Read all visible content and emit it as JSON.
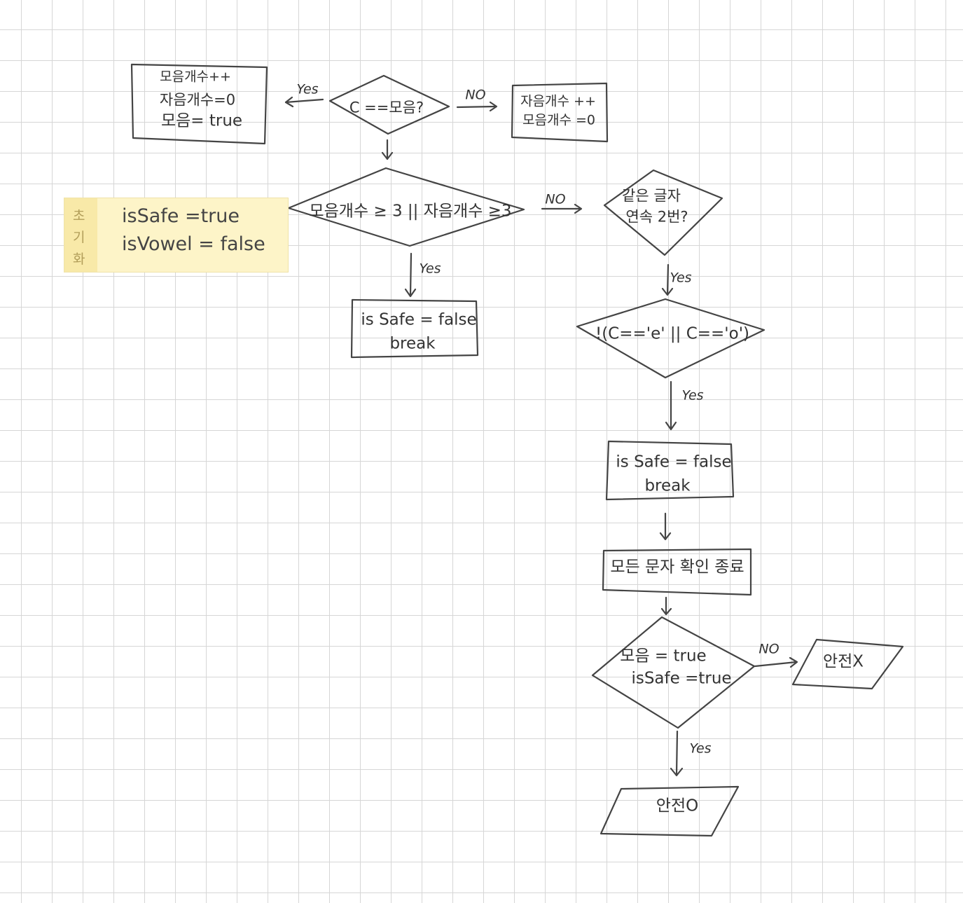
{
  "diagram": {
    "colors": {
      "stroke": "#444444",
      "note_bg": "#fdf4c8",
      "note_side": "#f8e9a8",
      "grid": "#d6d6d6"
    },
    "init_note": {
      "side_chars": [
        "초",
        "기",
        "화"
      ],
      "line1": "isSafe =true",
      "line2": "isVowel = false"
    },
    "nodes": {
      "check_vowel": "C ==모음?",
      "vowel_box": {
        "line1": "모음개수++",
        "line2": "자음개수=0",
        "line3": "모음= true"
      },
      "consonant_box": {
        "line1": "자음개수 ++",
        "line2": "모음개수 =0"
      },
      "count_check": "모음개수 ≥ 3 || 자음개수 ≥3",
      "unsafe_box_1": {
        "line1": "is Safe = false",
        "line2": "break"
      },
      "same_letter": {
        "line1": "같은 글자",
        "line2": "연속 2번?"
      },
      "ee_oo_check": "!(C=='e' || C=='o')",
      "unsafe_box_2": {
        "line1": "is Safe = false",
        "line2": "break"
      },
      "all_checked": "모든 문자 확인 종료",
      "final_check": {
        "line1": "모음 = true",
        "line2": "isSafe =true"
      },
      "not_safe": "안전X",
      "safe": "안전O"
    },
    "labels": {
      "yes_1": "Yes",
      "no_1": "NO",
      "no_2": "NO",
      "yes_2": "Yes",
      "yes_3": "Yes",
      "yes_4": "Yes",
      "no_3": "NO",
      "yes_5": "Yes"
    }
  }
}
